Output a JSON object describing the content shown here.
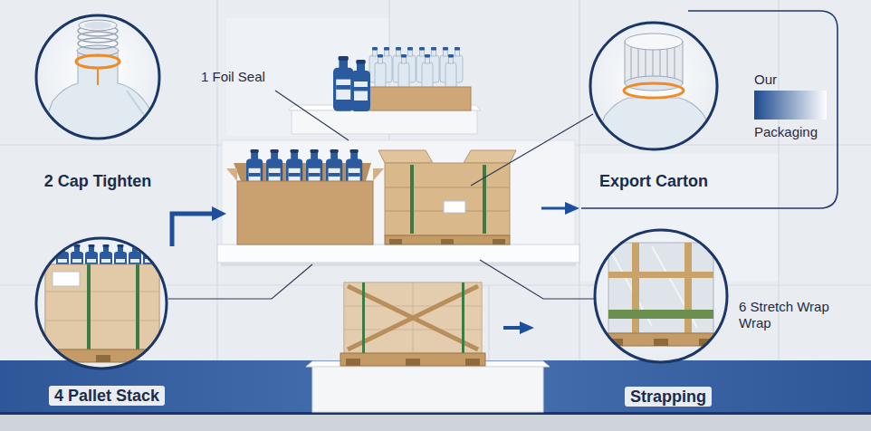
{
  "diagram": {
    "nodes": [
      {
        "text": [
          "2 Cap Tighten"
        ]
      },
      {
        "text": [
          "Export Carton"
        ]
      },
      {
        "text": [
          "4 Pallet Stack"
        ]
      },
      {
        "text": [
          "Strapping"
        ]
      }
    ],
    "labels": [
      "1 Foil Seal",
      "Our",
      "Packaging",
      "6 Stretch Wrap Wrap"
    ]
  }
}
